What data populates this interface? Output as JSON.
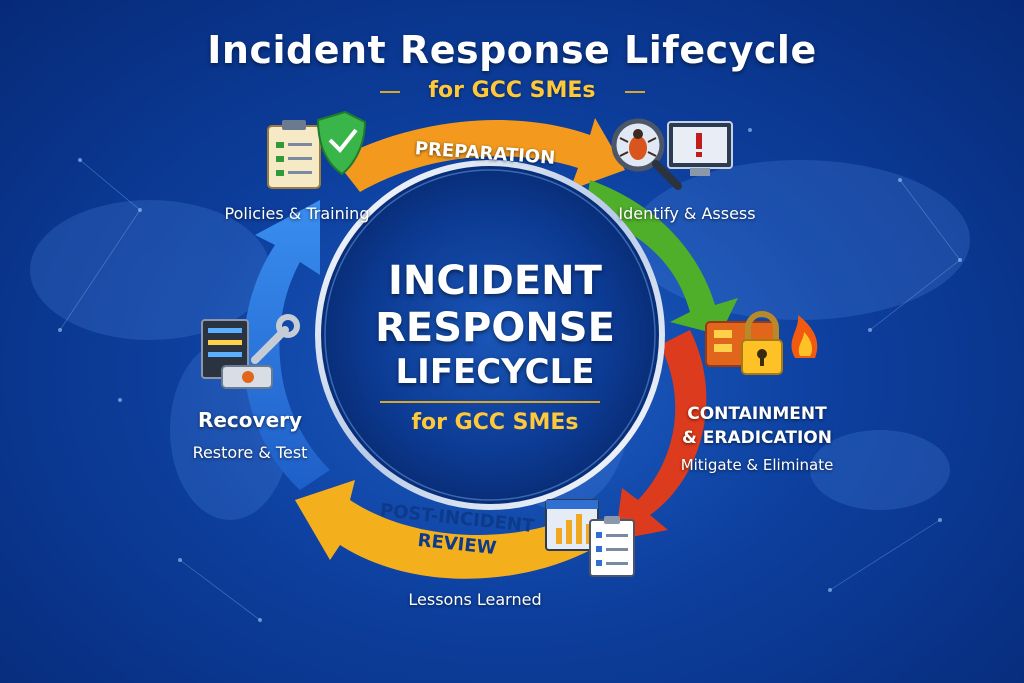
{
  "title": "Incident Response Lifecycle",
  "subtitle": "for GCC SMEs",
  "center": {
    "line1": "INCIDENT",
    "line2": "RESPONSE",
    "line3": "LIFECYCLE",
    "sub": "for GCC SMEs"
  },
  "phases": {
    "preparation": {
      "name": "PREPARATION",
      "caption": "Policies & Training",
      "color": "#f39a1e"
    },
    "identification": {
      "caption": "Identify & Assess",
      "color": "#5cb82c"
    },
    "containment": {
      "name_line1": "CONTAINMENT",
      "name_line2": "& ERADICATION",
      "caption": "Mitigate & Eliminate",
      "color": "#e0421e"
    },
    "post_incident": {
      "name_line1": "POST-INCIDENT",
      "name_line2": "REVIEW",
      "caption": "Lessons Learned",
      "color": "#f5b21f"
    },
    "recovery": {
      "name": "Recovery",
      "caption": "Restore & Test",
      "color": "#2f7fe0"
    }
  },
  "icons": {
    "preparation": "clipboard-shield-icon",
    "identification": "bug-magnifier-monitor-icon",
    "containment": "lock-fire-icon",
    "post_incident": "report-checklist-icon",
    "recovery": "server-wrench-icon"
  },
  "colors": {
    "accent_gold": "#ffc83a",
    "background": "#0d3f9e"
  }
}
